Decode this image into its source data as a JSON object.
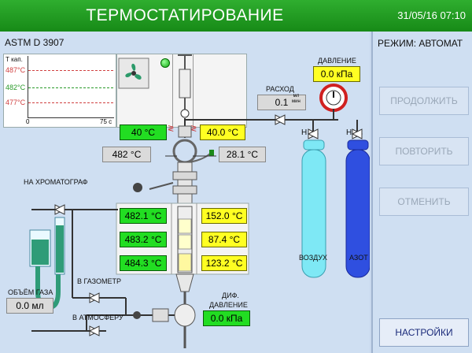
{
  "header": {
    "title": "ТЕРМОСТАТИРОВАНИЕ",
    "datetime": "31/05/16 07:10"
  },
  "method": "ASTM D 3907",
  "mode": {
    "label": "РЕЖИМ:",
    "value": "АВТОМАТ"
  },
  "chart": {
    "ylabel": "Т кап.",
    "levels": [
      "487°C",
      "482°C",
      "477°C"
    ],
    "x_start": "0",
    "x_end": "75 с"
  },
  "readings": {
    "fan_temp": "40 °C",
    "syringe_temp": "40.0 °C",
    "flow_label": "РАСХОД",
    "flow_value": "0.1",
    "flow_unit_top": "мл",
    "flow_unit_bottom": "мин",
    "pressure_label": "ДАВЛЕНИЕ",
    "pressure_value": "0.0 кПа",
    "inlet_temp": "482 °C",
    "aux_temp": "28.1 °C",
    "reactor_left": [
      "482.1 °C",
      "483.2 °C",
      "484.3 °C"
    ],
    "reactor_right": [
      "152.0 °C",
      "87.4 °C",
      "123.2 °C"
    ],
    "gas_volume_label": "ОБЪЁМ ГАЗА",
    "gas_volume_value": "0.0 мл",
    "dp_label_1": "ДИФ.",
    "dp_label_2": "ДАВЛЕНИЕ",
    "dp_value": "0.0 кПа"
  },
  "labels": {
    "chromatograph": "НА ХРОМАТОГРАФ",
    "gasometer": "В ГАЗОМЕТР",
    "atmosphere": "В АТМОСФЕРУ",
    "air": "ВОЗДУХ",
    "nitrogen": "АЗОТ",
    "h_left": "H",
    "h_right": "H"
  },
  "buttons": {
    "continue": "ПРОДОЛЖИТЬ",
    "repeat": "ПОВТОРИТЬ",
    "cancel": "ОТМЕНИТЬ",
    "settings": "НАСТРОЙКИ"
  },
  "colors": {
    "header": "#1f9b1f",
    "value_green": "#22dd22",
    "value_yellow": "#ffff22",
    "air_cylinder": "#7ee8f5",
    "nitrogen_cylinder": "#2f4fe0",
    "chart_red": "#d04040",
    "chart_green": "#2a9a2a"
  },
  "icons": {
    "fan": "fan-icon",
    "status_lamp": "green-lamp-icon",
    "manometer": "pressure-gauge-icon",
    "valves": "valve-icon",
    "heater": "heater-coil-icon"
  }
}
